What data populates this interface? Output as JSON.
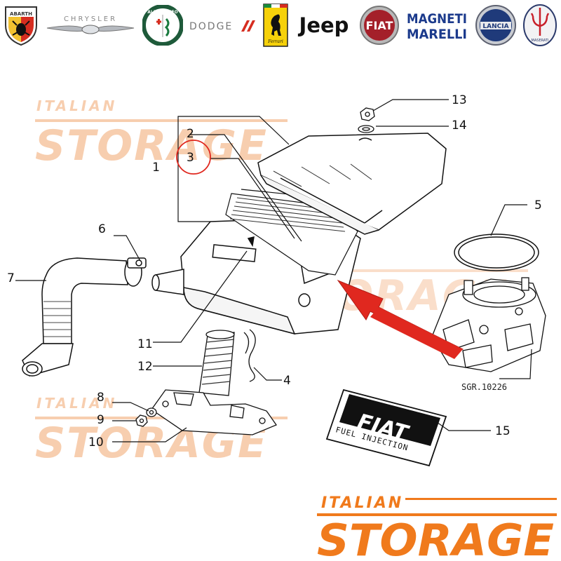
{
  "brands": [
    {
      "name": "ABARTH",
      "icon": "abarth-scorpion-shield-icon"
    },
    {
      "name": "CHRYSLER",
      "icon": "chrysler-wings-icon"
    },
    {
      "name": "ALFA ROMEO",
      "icon": "alfa-romeo-roundel-icon"
    },
    {
      "name": "DODGE",
      "icon": "dodge-stripes-icon"
    },
    {
      "name": "Ferrari",
      "icon": "prancing-horse-icon"
    },
    {
      "name": "Jeep",
      "icon": "jeep-wordmark-icon"
    },
    {
      "name": "FIAT",
      "icon": "fiat-roundel-icon"
    },
    {
      "name": "MAGNETI MARELLI",
      "icon": "magneti-marelli-wordmark-icon"
    },
    {
      "name": "LANCIA",
      "icon": "lancia-badge-icon"
    },
    {
      "name": "MASERATI",
      "icon": "maserati-trident-icon"
    }
  ],
  "watermark": {
    "line1": "ITALIAN",
    "line2": "STORAGE",
    "color": "#f7c9a7"
  },
  "footer_logo": {
    "line1": "ITALIAN",
    "line2": "STORAGE",
    "color": "#f07a1c"
  },
  "callouts": [
    "1",
    "2",
    "3",
    "4",
    "5",
    "6",
    "7",
    "8",
    "9",
    "10",
    "11",
    "12",
    "13",
    "14",
    "15"
  ],
  "highlight": {
    "callout": "3",
    "circle_color": "#e0281f"
  },
  "arrow_color": "#e0281f",
  "reference_code": "SGR.10226",
  "decal": {
    "brand": "FIAT",
    "line": "FUEL INJECTION"
  }
}
